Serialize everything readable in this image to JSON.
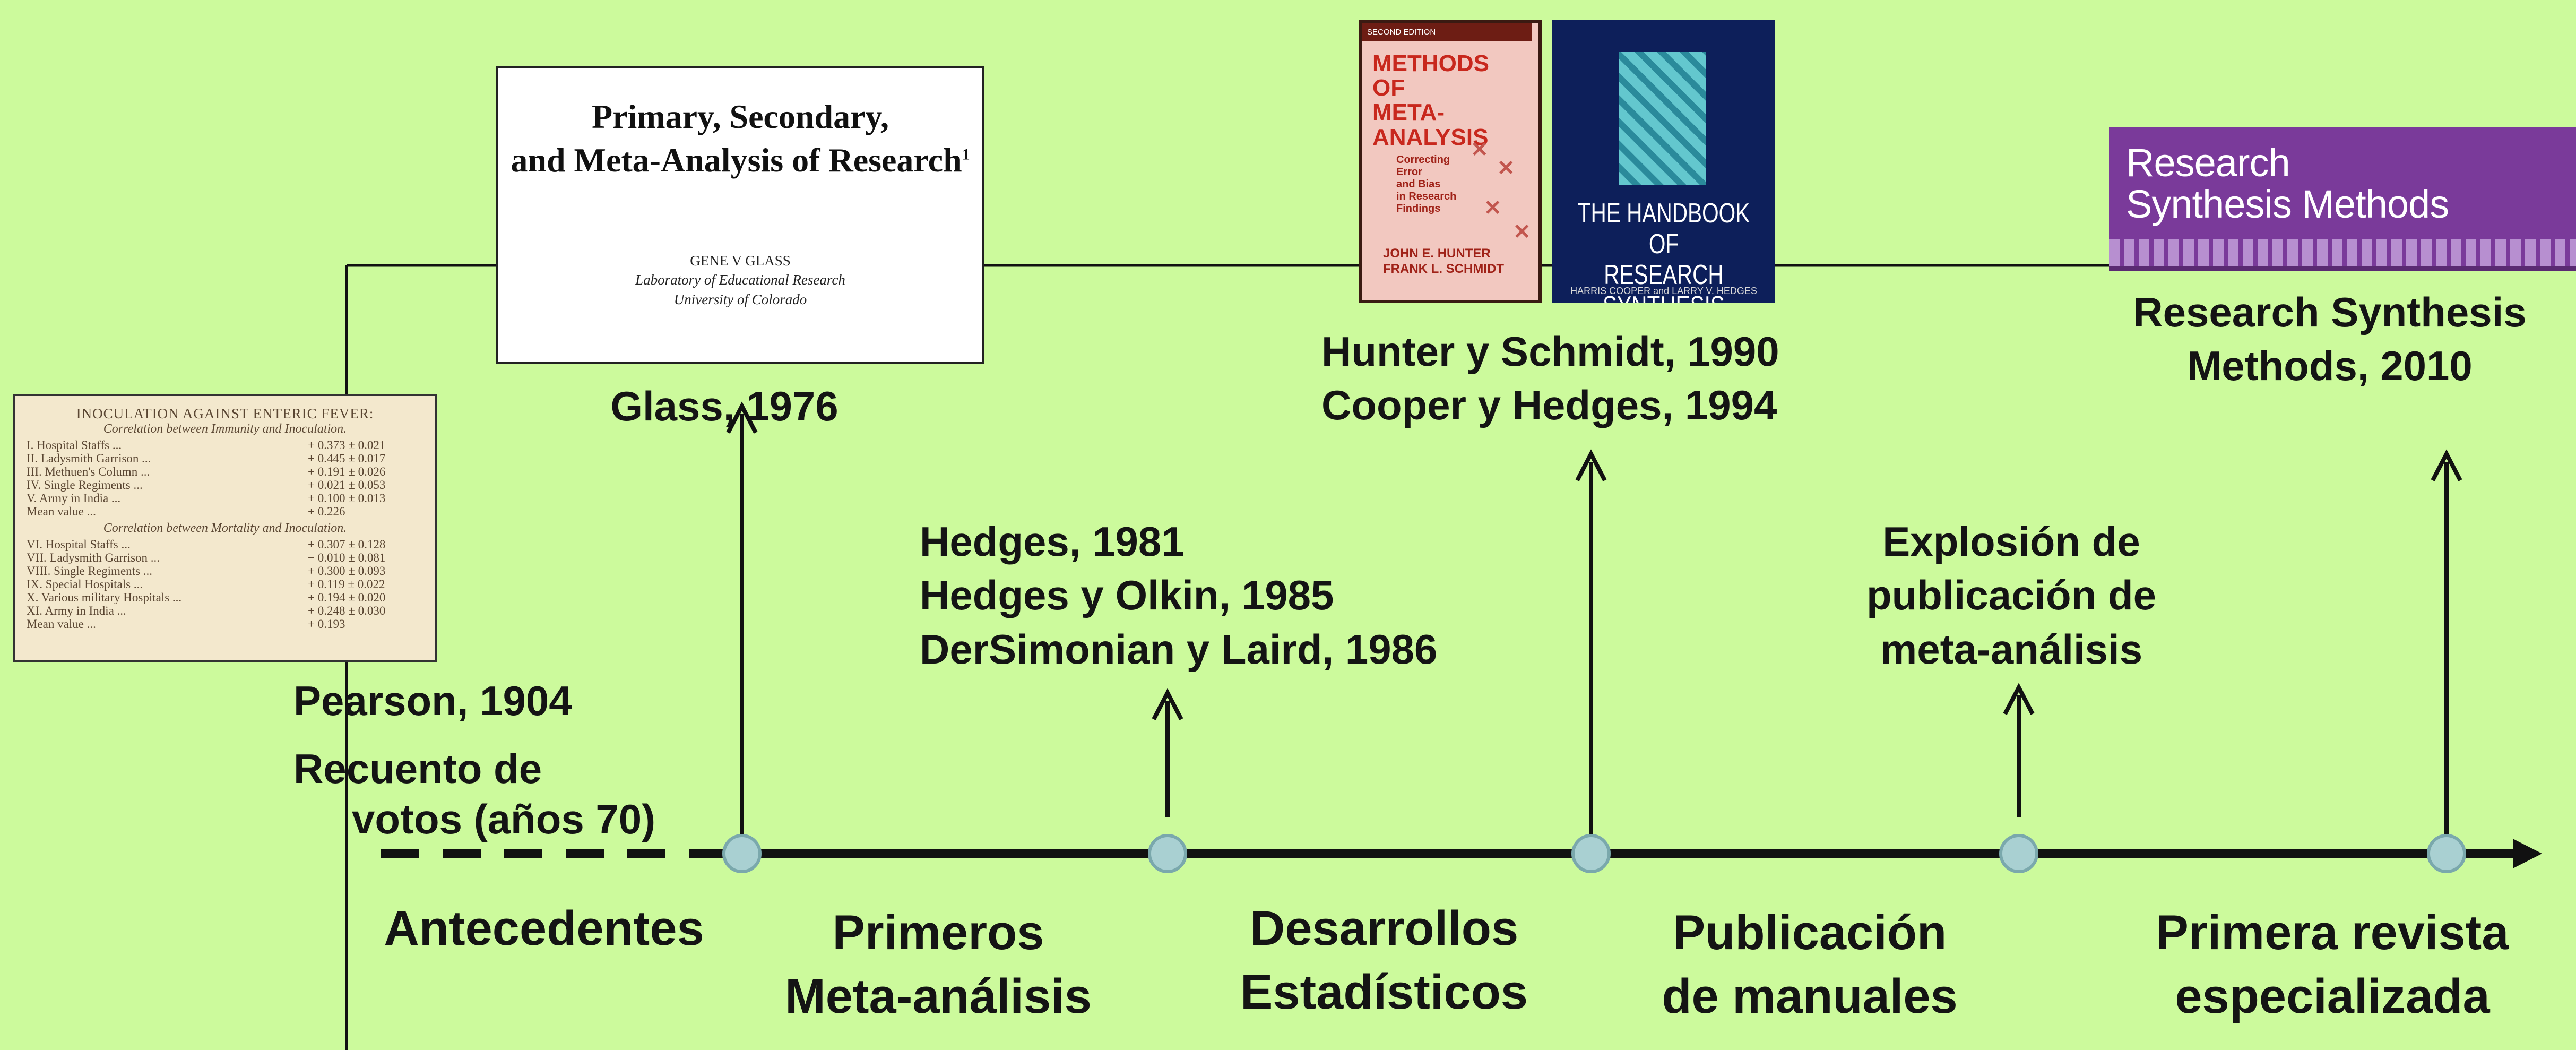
{
  "eras": {
    "antecedentes": "Antecedentes",
    "primeros": [
      "Primeros",
      "Meta-análisis"
    ],
    "desarrollos": [
      "Desarrollos",
      "Estadísticos"
    ],
    "publicacion": [
      "Publicación",
      "de manuales"
    ],
    "revista": [
      "Primera revista",
      "especializada"
    ]
  },
  "events": {
    "pearson": "Pearson, 1904",
    "recuento": [
      "Recuento de",
      "votos (años 70)"
    ],
    "glass": "Glass, 1976",
    "hedges": [
      "Hedges, 1981",
      "Hedges y  Olkin, 1985",
      "DerSimonian y  Laird, 1986"
    ],
    "manuales": [
      "Hunter y  Schmidt, 1990",
      "Cooper y Hedges, 1994"
    ],
    "explosion": [
      "Explosión de",
      "publicación de",
      "meta-análisis"
    ],
    "revista": [
      "Research Synthesis",
      "Methods, 2010"
    ]
  },
  "glass_paper": {
    "title": [
      "Primary, Secondary,",
      "and Meta-Analysis of Research"
    ],
    "footnote": "1",
    "author": "GENE V GLASS",
    "affiliation": [
      "Laboratory of Educational Research",
      "University of Colorado"
    ]
  },
  "pearson_table": {
    "title": "INOCULATION AGAINST ENTERIC FEVER:",
    "subtitle1": "Correlation between Immunity and Inoculation.",
    "rows1": [
      [
        "I. Hospital Staffs ...",
        "+ 0.373 ± 0.021"
      ],
      [
        "II. Ladysmith Garrison ...",
        "+ 0.445 ± 0.017"
      ],
      [
        "III. Methuen's Column ...",
        "+ 0.191 ± 0.026"
      ],
      [
        "IV. Single Regiments ...",
        "+ 0.021 ± 0.053"
      ],
      [
        "V. Army in India ...",
        "+ 0.100 ± 0.013"
      ],
      [
        "Mean value ...",
        "+ 0.226"
      ]
    ],
    "subtitle2": "Correlation between Mortality and Inoculation.",
    "rows2": [
      [
        "VI. Hospital Staffs ...",
        "+ 0.307 ± 0.128"
      ],
      [
        "VII. Ladysmith Garrison ...",
        "− 0.010 ± 0.081"
      ],
      [
        "VIII. Single Regiments ...",
        "+ 0.300 ± 0.093"
      ],
      [
        "IX. Special Hospitals ...",
        "+ 0.119 ± 0.022"
      ],
      [
        "X. Various military Hospitals ...",
        "+ 0.194 ± 0.020"
      ],
      [
        "XI. Army in India ...",
        "+ 0.248 ± 0.030"
      ],
      [
        "Mean value ...",
        "+ 0.193"
      ]
    ]
  },
  "hunter_book": {
    "edition": "SECOND EDITION",
    "title": [
      "METHODS OF",
      "META-ANALYSIS"
    ],
    "subtitle": [
      "Correcting",
      "Error",
      "and Bias",
      "in Research",
      "Findings"
    ],
    "authors": [
      "JOHN E. HUNTER",
      "FRANK L. SCHMIDT"
    ]
  },
  "handbook_book": {
    "title": [
      "THE HANDBOOK OF",
      "RESEARCH SYNTHESIS"
    ],
    "editors": "HARRIS COOPER and LARRY V. HEDGES"
  },
  "journal": {
    "title": [
      "Research",
      "Synthesis Methods"
    ]
  },
  "colors": {
    "background": "#ccfa9c",
    "line": "#0a0a0a",
    "node": "#a9d0d2",
    "journal": "#7a3a9a",
    "handbook": "#0d1f5a",
    "hunter": "#f2c8c0"
  }
}
